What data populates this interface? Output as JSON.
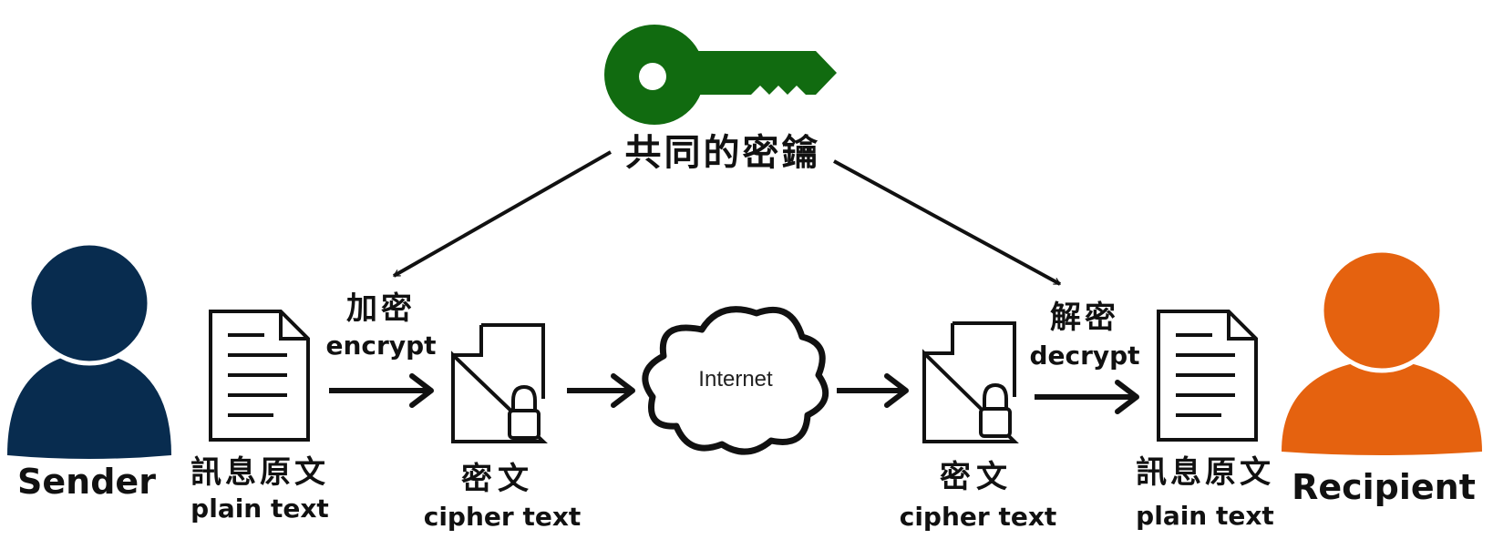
{
  "key": {
    "label": "共同的密鑰"
  },
  "sender": {
    "label": "Sender"
  },
  "recipient": {
    "label": "Recipient"
  },
  "plain_left": {
    "zh": "訊息原文",
    "en": "plain text"
  },
  "encrypt": {
    "zh": "加密",
    "en": "encrypt"
  },
  "cipher_left": {
    "zh": "密文",
    "en": "cipher text"
  },
  "internet": {
    "label": "Internet"
  },
  "cipher_right": {
    "zh": "密文",
    "en": "cipher text"
  },
  "decrypt": {
    "zh": "解密",
    "en": "decrypt"
  },
  "plain_right": {
    "zh": "訊息原文",
    "en": "plain text"
  },
  "colors": {
    "sender": "#082c4f",
    "recipient": "#e5620f",
    "key": "#116b10",
    "line": "#111111"
  }
}
